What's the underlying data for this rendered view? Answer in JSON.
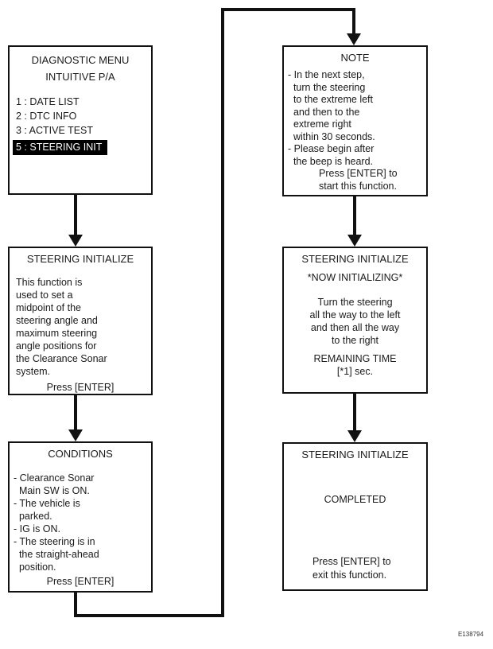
{
  "figure": {
    "code": "E138794"
  },
  "colors": {
    "line": "#111111",
    "text": "#1a1a1a",
    "highlight_bg": "#000000",
    "highlight_text": "#ffffff",
    "background": "#ffffff"
  },
  "screens": {
    "diagnostic_menu": {
      "title_lines": [
        "DIAGNOSTIC MENU",
        "INTUITIVE P/A"
      ],
      "menu_items": [
        "1 : DATE LIST",
        "2 : DTC INFO",
        "3 : ACTIVE TEST"
      ],
      "selected_item": "5 : STEERING INIT"
    },
    "steering_initialize_info": {
      "title": "STEERING INITIALIZE",
      "body_lines": [
        "This function is",
        "used to set a",
        "midpoint of the",
        "steering angle and",
        "maximum steering",
        "angle positions for",
        "the Clearance Sonar",
        "system."
      ],
      "action": "Press [ENTER]"
    },
    "conditions": {
      "title": "CONDITIONS",
      "condition_lines": [
        "- Clearance Sonar",
        "  Main SW is ON.",
        "- The vehicle is",
        "  parked.",
        "- IG is ON.",
        "- The steering is in",
        "  the straight-ahead",
        "  position."
      ],
      "action": "Press [ENTER]"
    },
    "note": {
      "title": "NOTE",
      "note_lines": [
        "- In the next step,",
        "  turn the steering",
        "  to the extreme left",
        "  and then to the",
        "  extreme right",
        "  within 30 seconds.",
        "- Please begin after",
        "  the beep is heard."
      ],
      "action_lines": [
        "Press [ENTER] to",
        "start this function."
      ]
    },
    "now_initializing": {
      "title": "STEERING INITIALIZE",
      "status": "*NOW INITIALIZING*",
      "instruction_lines": [
        "Turn the steering",
        "all the way to the left",
        "and then all the way",
        "to the right"
      ],
      "remaining_lines": [
        "REMAINING TIME",
        "[*1] sec."
      ]
    },
    "completed": {
      "title": "STEERING INITIALIZE",
      "status": "COMPLETED",
      "action_lines": [
        "Press [ENTER] to",
        "exit this function."
      ]
    }
  }
}
